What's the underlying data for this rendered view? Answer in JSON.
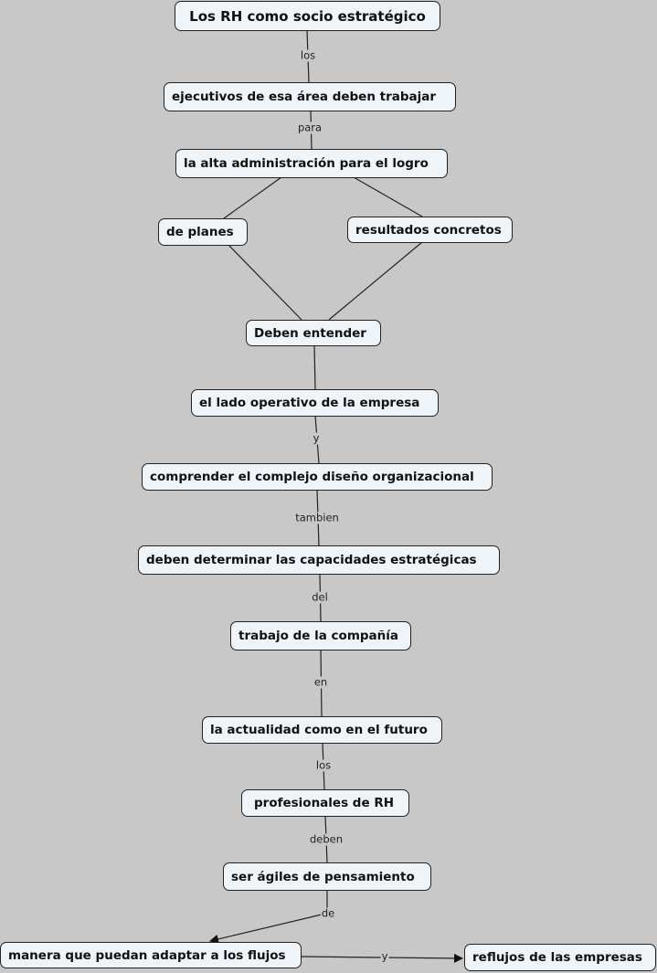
{
  "concepts": [
    "Los RH como socio estratégico",
    "ejecutivos de esa área deben trabajar",
    "la alta administración para el logro",
    "de planes",
    "resultados concretos",
    "Deben entender",
    "el lado operativo de la empresa",
    "comprender el complejo diseño organizacional",
    "deben  determinar las capacidades estratégicas",
    "trabajo de la compañía",
    "la actualidad como en el futuro",
    "profesionales de RH",
    "ser ágiles de pensamiento",
    "manera que puedan adaptar a los flujos",
    "reflujos de las empresas"
  ],
  "linking_phrases": [
    "los",
    "para",
    "y",
    "tambien",
    "del",
    "en",
    "los",
    "deben",
    "de",
    "y"
  ],
  "colors": {
    "background": "#c8c8c8",
    "node_fill": "#eef4f7",
    "line": "#222222"
  }
}
